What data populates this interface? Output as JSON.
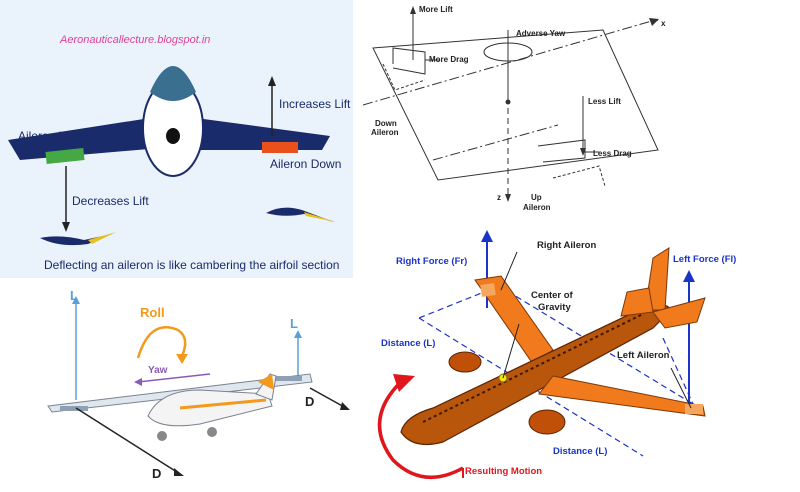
{
  "aileron_front": {
    "watermark": "Aeronauticallecture.blogspot.in",
    "aileron_up": "Aileron Up",
    "aileron_down": "Aileron Down",
    "increases_lift": "Increases Lift",
    "decreases_lift": "Decreases Lift",
    "caption": "Deflecting an aileron is like cambering the airfoil section",
    "colors": {
      "aileron_up": "#44a844",
      "aileron_down": "#e8501c",
      "fuselage": "#3a6f8f",
      "wing": "#1a2b6b"
    }
  },
  "adverse_yaw": {
    "more_lift": "More Lift",
    "more_drag": "More Drag",
    "adverse_yaw": "Adverse Yaw",
    "down_aileron": [
      "Down",
      "Aileron"
    ],
    "less_lift": "Less Lift",
    "less_drag": "Less Drag",
    "up_aileron": [
      "Up",
      "Aileron"
    ],
    "axis_x": "x",
    "axis_z": "z"
  },
  "roll_yaw": {
    "lift_left": "L",
    "lift_right": "L",
    "roll": "Roll",
    "yaw": "Yaw",
    "drag_right": "D",
    "drag_bottom": "D",
    "colors": {
      "lift": "#5aa0d8",
      "roll": "#f39a1c",
      "yaw": "#8a5bb5"
    }
  },
  "airliner": {
    "right_force": "Right Force (Fr)",
    "right_aileron": "Right Aileron",
    "left_force": "Left Force (Fl)",
    "center_of_gravity": [
      "Center of",
      "Gravity"
    ],
    "distance_left": "Distance (L)",
    "left_aileron": "Left Aileron",
    "distance_bottom": "Distance (L)",
    "resulting_motion": "Resulting Motion",
    "colors": {
      "force": "#1a33c8",
      "motion": "#e0161c",
      "airframe": "#f07a1c"
    }
  }
}
